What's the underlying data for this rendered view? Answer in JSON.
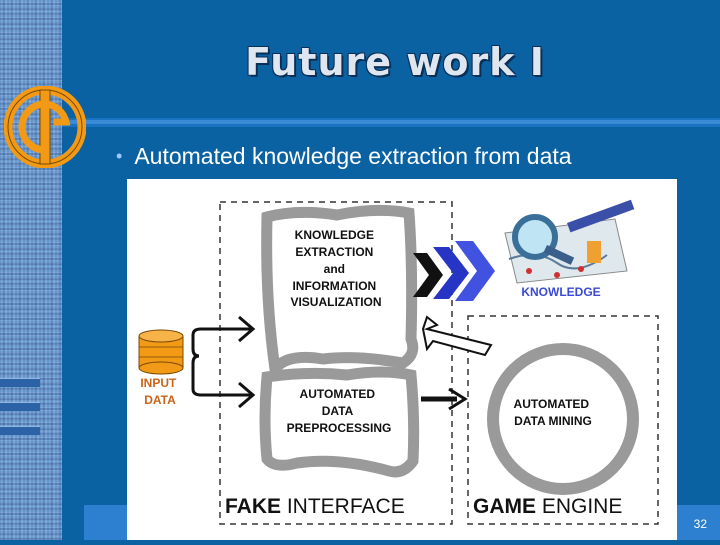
{
  "slide": {
    "title": "Future work I",
    "bullet": "Automated knowledge extraction from data",
    "page_number": "32"
  },
  "figure": {
    "knowledge_box_lines": [
      "KNOWLEDGE",
      "EXTRACTION",
      "and",
      "INFORMATION",
      "VISUALIZATION"
    ],
    "knowledge_label": "KNOWLEDGE",
    "input_lines": [
      "INPUT",
      "DATA"
    ],
    "preprocessing_lines": [
      "AUTOMATED",
      "DATA",
      "PREPROCESSING"
    ],
    "mining_lines": [
      "AUTOMATED",
      "DATA MINING"
    ],
    "fake_interface": {
      "bold": "FAKE",
      "rest": " INTERFACE"
    },
    "game_engine": {
      "bold": "GAME",
      "rest": " ENGINE"
    }
  },
  "colors": {
    "background": "#0a62a3",
    "title_text": "#dfe6ef",
    "logo_orange": "#f29a16",
    "knowledge_blue": "#3a49d6",
    "input_orange": "#c8641a"
  },
  "icons": [
    "logo-icon",
    "database-icon",
    "magnifier-chart-icon",
    "chevron-arrows-icon"
  ]
}
